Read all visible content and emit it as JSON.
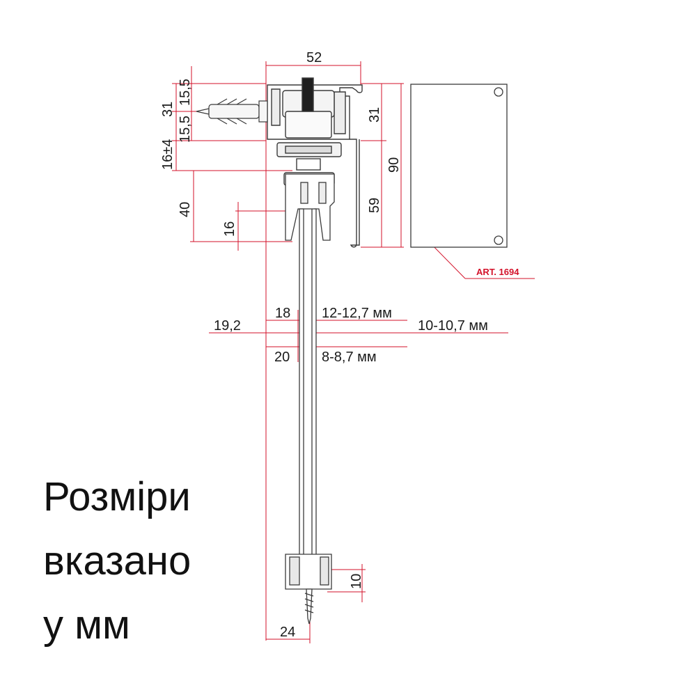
{
  "dimensions": {
    "top_width": "52",
    "left_top_15_5": "15,5",
    "left_31": "31",
    "left_mid_15_5": "15,5",
    "left_16pm4": "16±4",
    "left_40": "40",
    "left_16": "16",
    "right_31": "31",
    "right_90": "90",
    "right_59": "59",
    "row1_left": "18",
    "row1_right": "12-12,7 мм",
    "row2_left": "19,2",
    "row2_right": "10-10,7 мм",
    "row3_left": "20",
    "row3_right": "8-8,7 мм",
    "bottom_10": "10",
    "bottom_24": "24"
  },
  "article_label": "ART. 1694",
  "caption": {
    "line1": "Розміри",
    "line2": "вказано",
    "line3": "у мм"
  },
  "colors": {
    "dimension_line": "#d3122a",
    "outline": "#3a3a3a",
    "text": "#1a1a1a"
  }
}
